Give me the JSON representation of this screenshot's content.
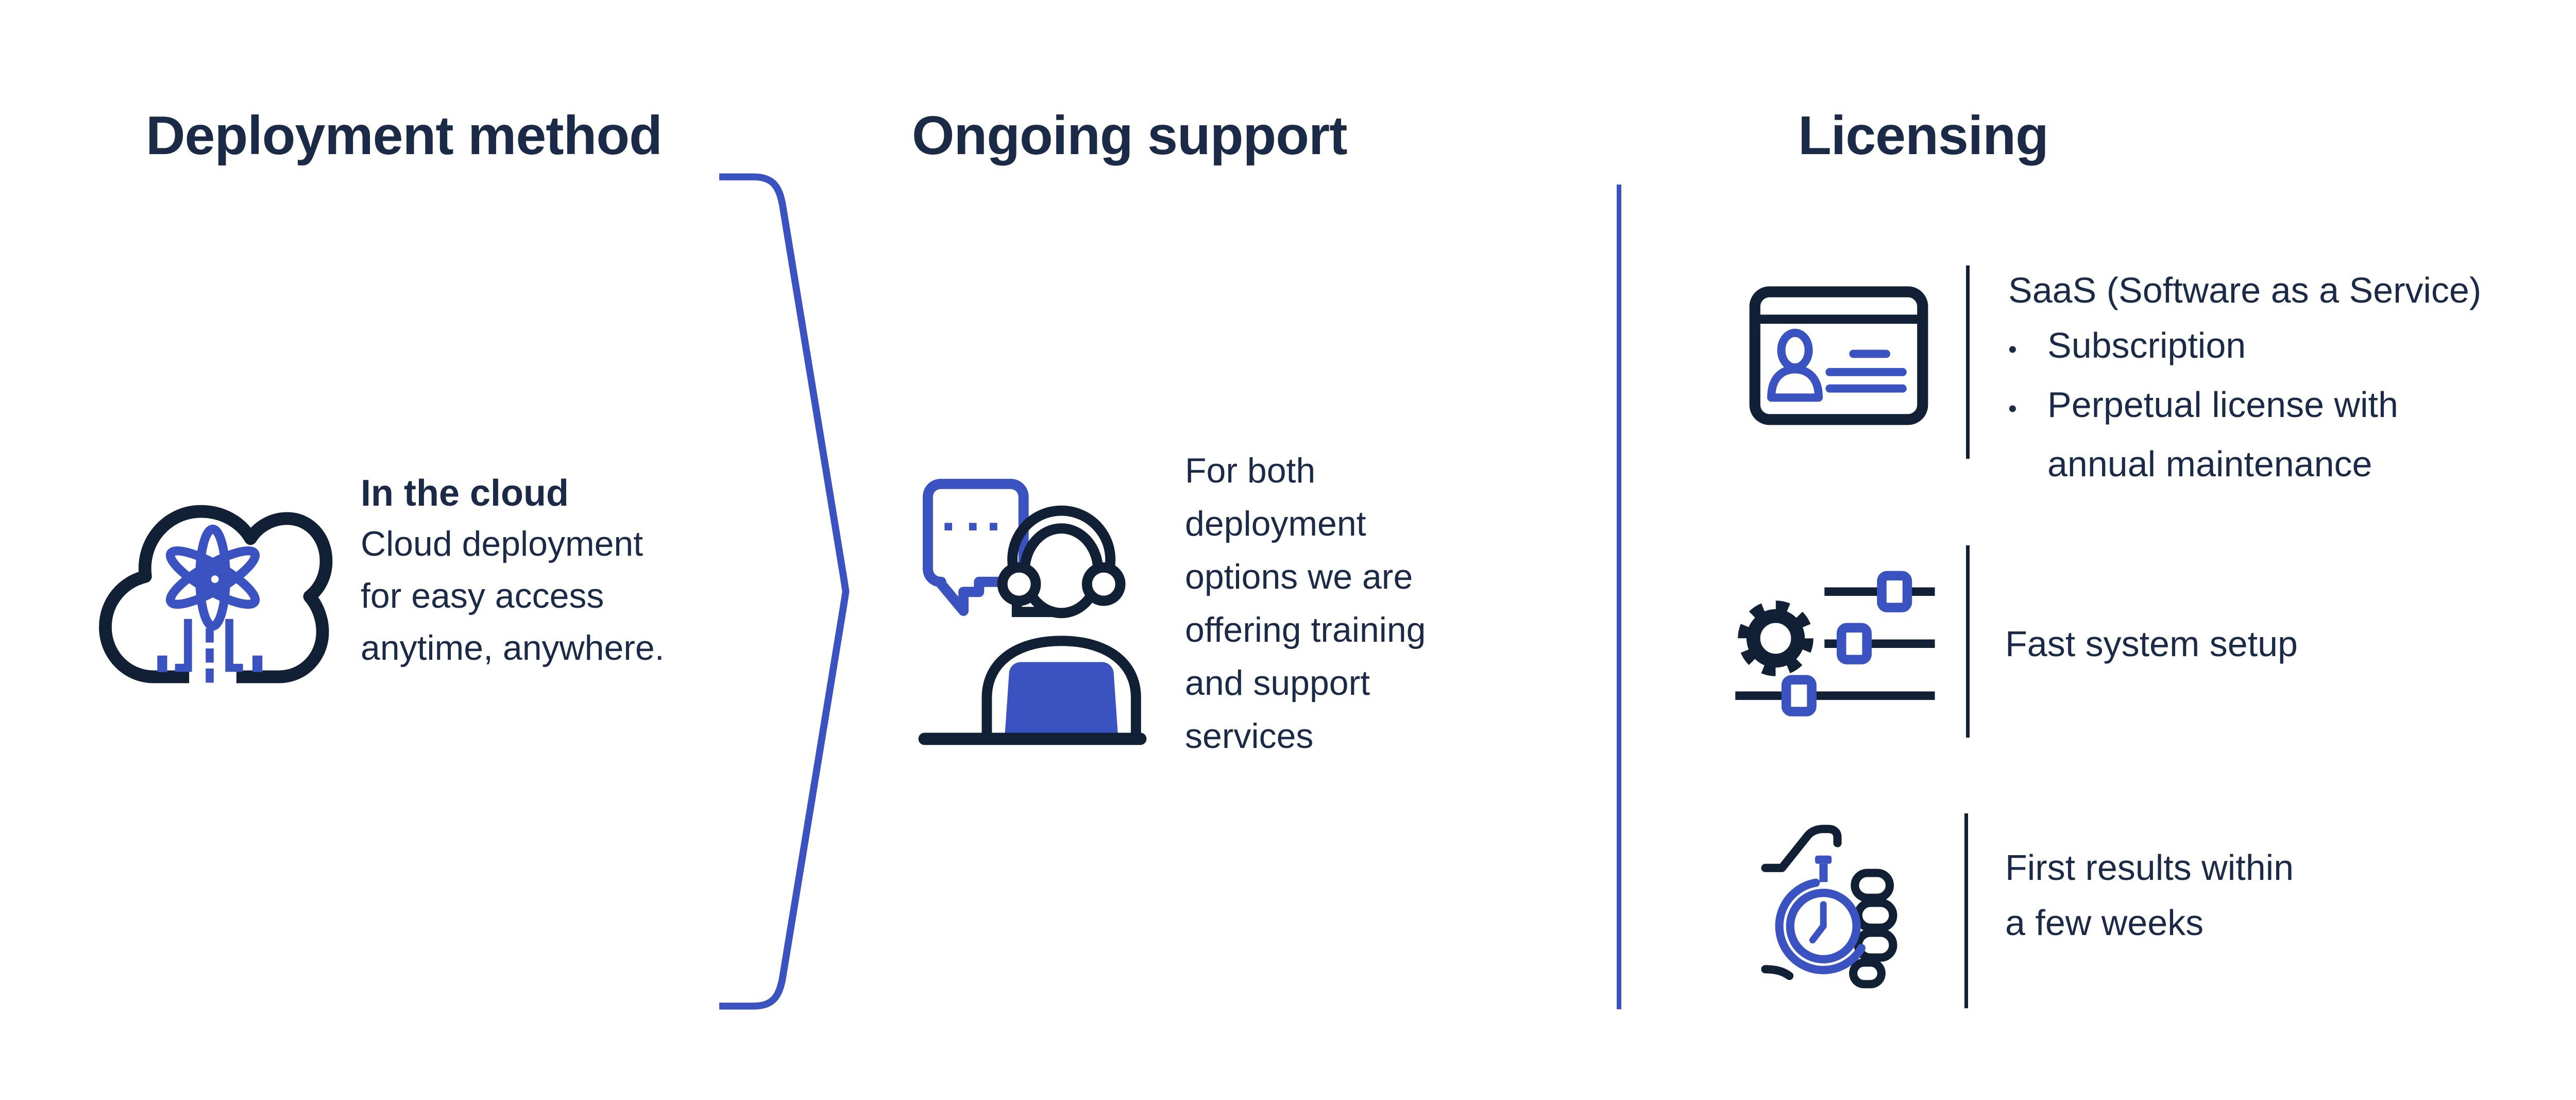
{
  "colors": {
    "text_navy": "#1b2a47",
    "icon_navy": "#122036",
    "accent_blue": "#3a53c0",
    "background": "#ffffff"
  },
  "headers": {
    "deployment": "Deployment method",
    "support": "Ongoing support",
    "licensing": "Licensing"
  },
  "deployment": {
    "icon": "cloud-atom-icon",
    "item_title": "In the cloud",
    "line1": "Cloud deployment",
    "line2": "for easy access",
    "line3": "anytime, anywhere."
  },
  "support": {
    "icon": "support-agent-icon",
    "line1": "For both",
    "line2": "deployment",
    "line3": "options we are",
    "line4": "offering training",
    "line5": "and support",
    "line6": "services"
  },
  "licensing": {
    "bullet_char": "•",
    "row1": {
      "icon": "id-card-icon",
      "title": "SaaS (Software as a Service)",
      "bullet1": "Subscription",
      "bullet2_line1": "Perpetual license with",
      "bullet2_line2": "annual maintenance"
    },
    "row2": {
      "icon": "settings-sliders-icon",
      "label": "Fast system setup"
    },
    "row3": {
      "icon": "hand-stopwatch-icon",
      "line1": "First results within",
      "line2": "a few weeks"
    }
  }
}
